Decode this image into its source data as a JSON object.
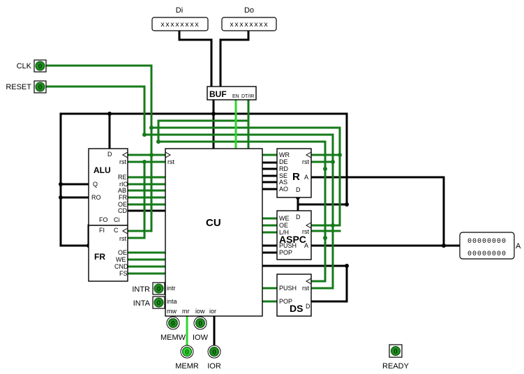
{
  "buses": {
    "di": {
      "label": "Di",
      "value": "xxxxxxxx"
    },
    "do": {
      "label": "Do",
      "value": "xxxxxxxx"
    },
    "a": {
      "label": "A",
      "value_hi": "00000000",
      "value_lo": "00000000"
    }
  },
  "inputs": {
    "clk": {
      "label": "CLK",
      "value": "0"
    },
    "reset": {
      "label": "RESET",
      "value": "0"
    },
    "intr": {
      "label": "INTR",
      "value": "0"
    },
    "inta": {
      "label": "INTA",
      "value": "0"
    },
    "memw": {
      "label": "MEMW",
      "value": "0"
    },
    "iow": {
      "label": "IOW",
      "value": "0"
    },
    "memr": {
      "label": "MEMR",
      "value": "0"
    },
    "ior": {
      "label": "IOR",
      "value": "0"
    },
    "ready": {
      "label": "READY",
      "value": "0"
    }
  },
  "buf": {
    "title": "BUF",
    "pins": {
      "en": "EN",
      "dtir": "DT/IR"
    }
  },
  "alu": {
    "title": "ALU",
    "pins": {
      "d": "D",
      "rst": "rst",
      "q": "Q",
      "ro": "RO",
      "re": "RE",
      "rio": "rIO",
      "ab": "AB",
      "fr": "FR",
      "oe": "OE",
      "cd": "CD"
    }
  },
  "fr": {
    "title": "FR",
    "pins": {
      "fo": "FO",
      "ci": "Ci",
      "fi": "FI",
      "c": "C",
      "rst": "rst",
      "oe": "OE",
      "we": "WE",
      "cnd": "CND",
      "fs": "FS"
    }
  },
  "cu": {
    "title": "CU",
    "pins": {
      "rst": "rst",
      "intr": "intr",
      "inta": "inta",
      "mw": "mw",
      "mr": "mr",
      "iow": "iow",
      "ior": "ior"
    }
  },
  "r": {
    "title": "R",
    "pins": {
      "wr": "WR",
      "de": "DE",
      "rd": "RD",
      "se": "SE",
      "as": "AS",
      "ao": "AO",
      "rst": "rst",
      "a": "A",
      "d": "D"
    }
  },
  "aspc": {
    "title": "ASPC",
    "pins": {
      "we": "WE",
      "oe": "OE",
      "lh": "L/H",
      "push": "PUSH",
      "pop": "POP",
      "d": "D",
      "rst": "rst",
      "a": "A"
    }
  },
  "ds": {
    "title": "DS",
    "pins": {
      "push": "PUSH",
      "pop": "POP",
      "rst": "rst",
      "d": "D"
    }
  }
}
